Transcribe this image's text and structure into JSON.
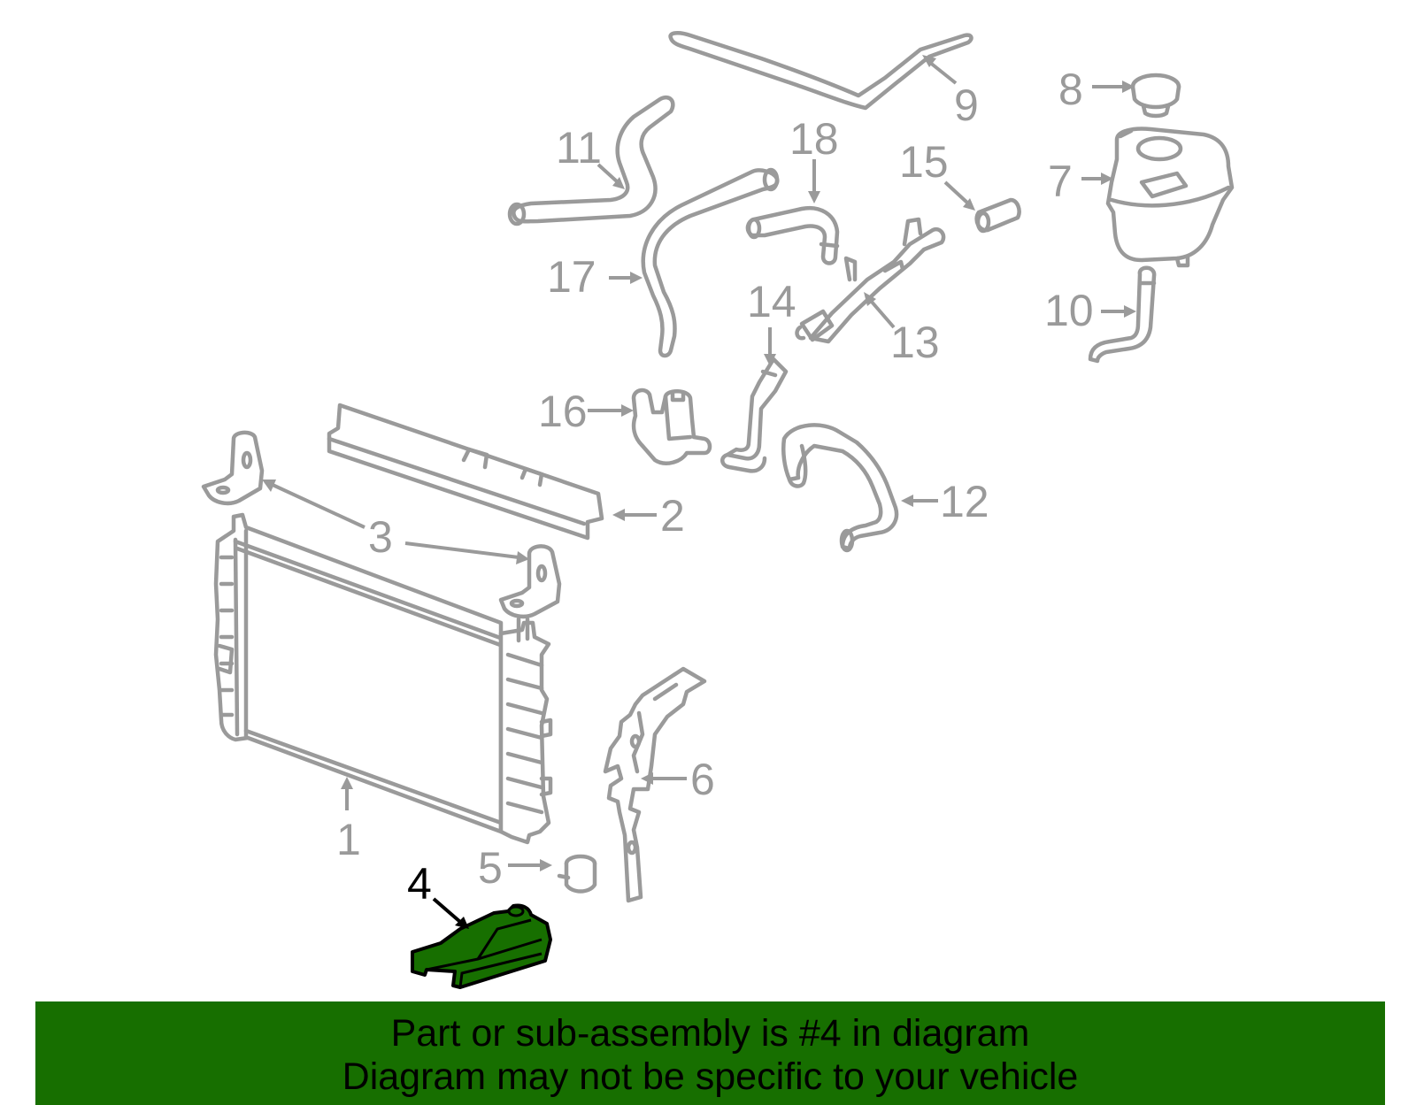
{
  "colors": {
    "part_line": "#9a9a9a",
    "highlight_fill": "#176f00",
    "banner_background": "#176f00",
    "banner_text": "#000000",
    "highlight_label": "#000000"
  },
  "callouts": {
    "c1": "1",
    "c2": "2",
    "c3": "3",
    "c4": "4",
    "c5": "5",
    "c6": "6",
    "c7": "7",
    "c8": "8",
    "c9": "9",
    "c10": "10",
    "c11": "11",
    "c12": "12",
    "c13": "13",
    "c14": "14",
    "c15": "15",
    "c16": "16",
    "c17": "17",
    "c18": "18"
  },
  "highlighted_part": "4",
  "banner": {
    "line1": "Part or sub-assembly is #4 in diagram",
    "line2": "Diagram may not be specific to your vehicle"
  }
}
